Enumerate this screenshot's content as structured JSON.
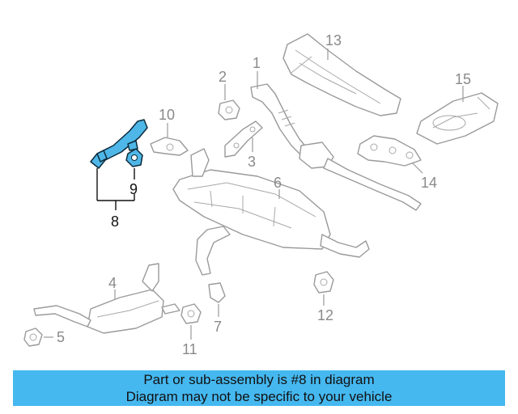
{
  "callouts": {
    "c1": "1",
    "c2": "2",
    "c3": "3",
    "c4": "4",
    "c5": "5",
    "c6": "6",
    "c7": "7",
    "c8": "8",
    "c9": "9",
    "c10": "10",
    "c11": "11",
    "c12": "12",
    "c13": "13",
    "c14": "14",
    "c15": "15"
  },
  "banner": {
    "line1": "Part or sub-assembly is #8 in diagram",
    "line2": "Diagram may not be specific to your vehicle"
  },
  "colors": {
    "highlight": "#4fb7e8",
    "banner": "#45b8f0",
    "line": "#9a9a9a"
  }
}
